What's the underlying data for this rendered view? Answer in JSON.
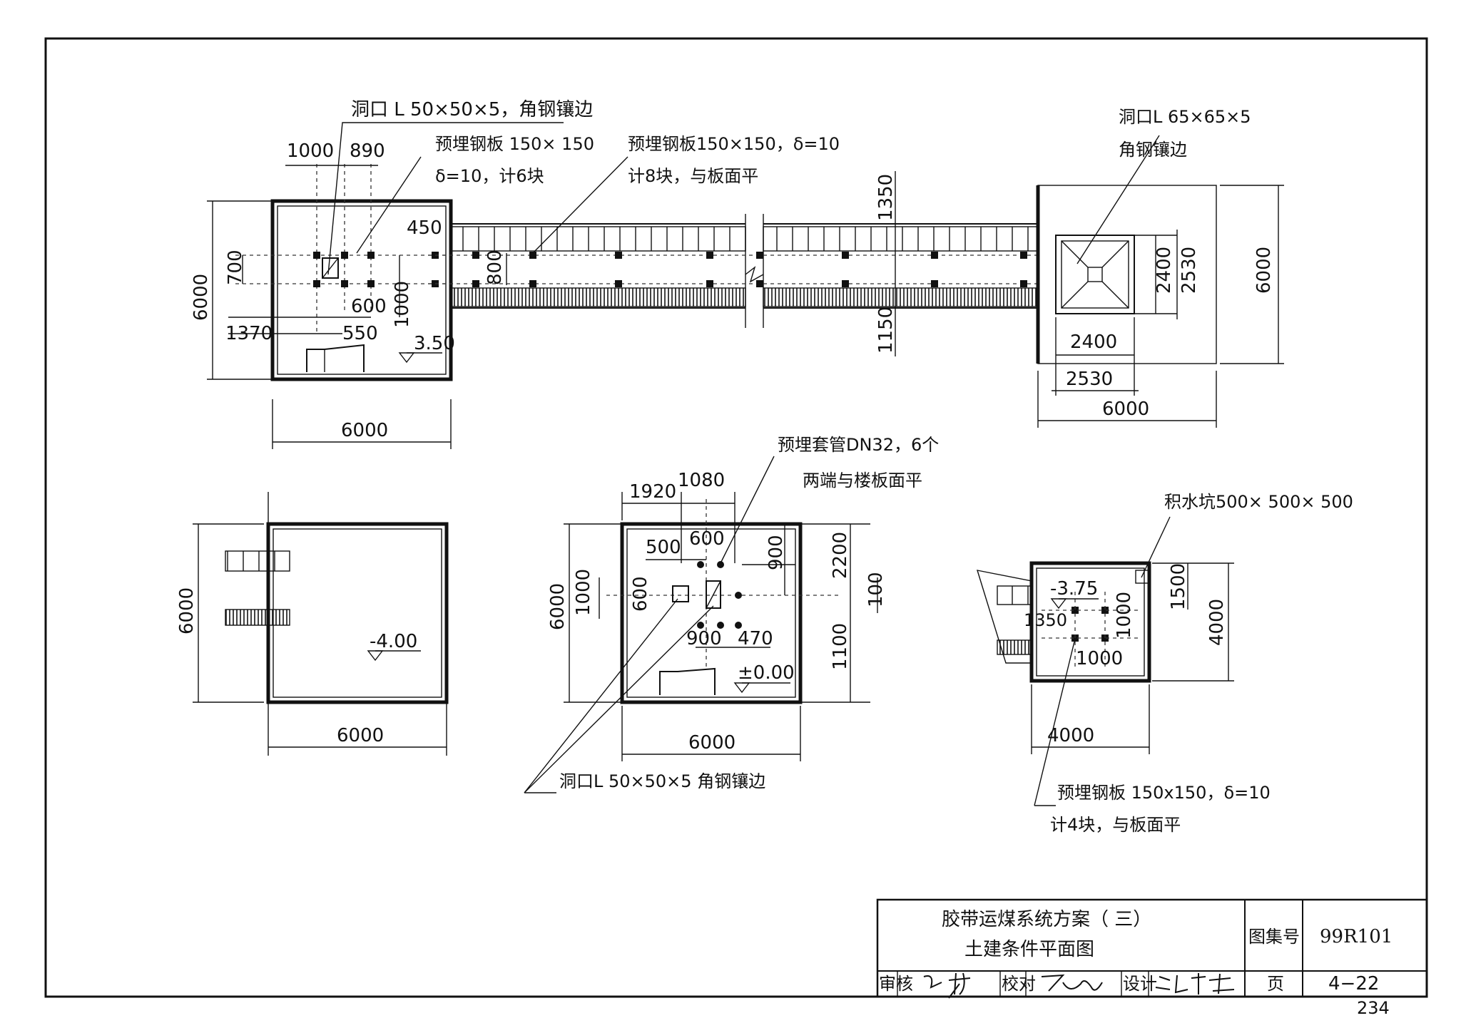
{
  "plan_top_left": {
    "hole_note": "洞口 L 50×50×5，角钢镶边",
    "plate_note_line1": "预埋钢板 150× 150",
    "plate_note_line2": "δ=10，计6块",
    "dims": {
      "d1000": "1000",
      "d890": "890",
      "d450": "450",
      "d700": "700",
      "d600": "600",
      "d1000v": "1000",
      "d1370": "1370",
      "d550": "550",
      "d6000v": "6000",
      "d6000h": "6000"
    },
    "elevation": "3.50"
  },
  "plan_corridor": {
    "plate_note_line1": "预埋钢板150×150，δ=10",
    "plate_note_line2": "计8块，与板面平",
    "dims": {
      "d1350": "1350",
      "d800": "800",
      "d1150": "1150"
    }
  },
  "plan_top_right": {
    "hole_note_line1": "洞口L 65×65×5",
    "hole_note_line2": "角钢镶边",
    "dims": {
      "d2400v": "2400",
      "d2530v": "2530",
      "d6000v": "6000",
      "d2400h": "2400",
      "d2530h": "2530",
      "d6000h": "6000"
    }
  },
  "plan_bottom_left": {
    "elevation": "-4.00",
    "dims": {
      "d6000v": "6000",
      "d6000h": "6000"
    }
  },
  "plan_bottom_middle": {
    "sleeve_note_line1": "预埋套管DN32，6个",
    "sleeve_note_line2": "两端与楼板面平",
    "hole_note": "洞口L 50×50×5 角钢镶边",
    "elevation": "±0.00",
    "dims": {
      "d1920": "1920",
      "d1080": "1080",
      "d500": "500",
      "d600": "600",
      "d900v": "900",
      "d2200": "2200",
      "d100": "100",
      "d1000": "1000",
      "d600v": "600",
      "d6000v": "6000",
      "d900h": "900",
      "d470": "470",
      "d1100": "1100",
      "d6000h": "6000"
    }
  },
  "plan_bottom_right": {
    "pit_note": "积水坑500× 500× 500",
    "elevation": "-3.75",
    "plate_note_line1": "预埋钢板 150x150，δ=10",
    "plate_note_line2": "计4块，与板面平",
    "dims": {
      "d1350": "1350",
      "d1000v": "1000",
      "d1500": "1500",
      "d4000v": "4000",
      "d1000h": "1000",
      "d4000h": "4000"
    }
  },
  "title_block": {
    "title_line1": "胶带运煤系统方案（ 三）",
    "title_line2": "土建条件平面图",
    "atlas_label": "图集号",
    "atlas_value": "99R101",
    "review_label": "审核",
    "check_label": "校对",
    "design_label": "设计",
    "page_label": "页",
    "page_value": "4−22"
  },
  "sheet_number": "234"
}
